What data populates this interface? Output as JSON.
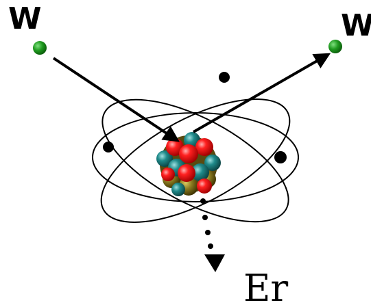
{
  "labels": {
    "incoming_particle": "W",
    "outgoing_particle": "W",
    "recoil_energy": "Er"
  },
  "colors": {
    "particle": "#1f9a1f",
    "proton": "#e01010",
    "neutron": "#1f8a8a",
    "nucleus_dark": "#6a5a1a",
    "orbit": "#000000",
    "electron": "#000000"
  }
}
